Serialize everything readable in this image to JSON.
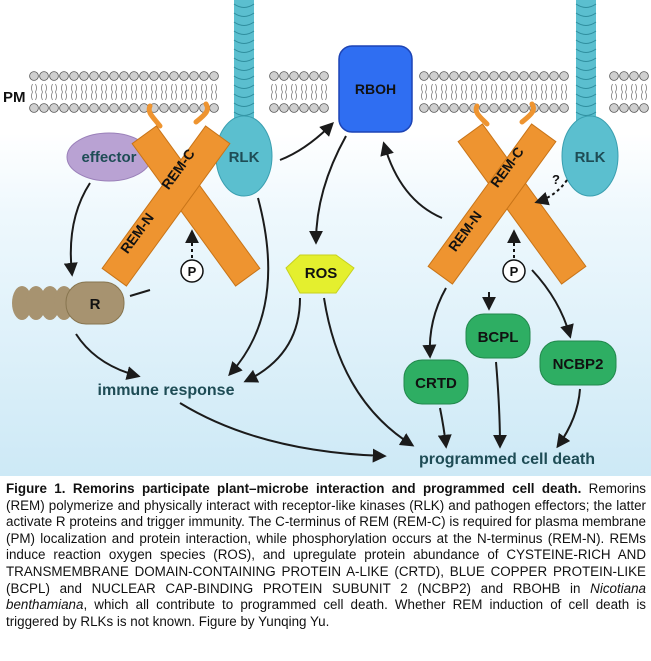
{
  "labels": {
    "pm": "PM",
    "rboh": "RBOH",
    "rlk_left": "RLK",
    "rlk_right": "RLK",
    "effector": "effector",
    "rem_c_left": "REM-C",
    "rem_n_left": "REM-N",
    "rem_c_right": "REM-C",
    "rem_n_right": "REM-N",
    "p_left": "P",
    "p_right": "P",
    "question": "?",
    "r": "R",
    "ros": "ROS",
    "bcpl": "BCPL",
    "crtd": "CRTD",
    "ncbp2": "NCBP2",
    "immune_response": "immune response",
    "cell_death": "programmed cell death"
  },
  "caption": {
    "title": "Figure 1. Remorins participate plant–microbe interaction and programmed cell death.",
    "body_1": " Remorins (REM) polymerize and physically interact with receptor-like kinases (RLK) and pathogen effectors; the latter activate R proteins and trigger immunity. The C-terminus of REM (REM-C) is required for plasma membrane (PM) localization and protein interaction, while phosphorylation occurs at the N-terminus (REM-N). REMs induce reaction oxygen species (ROS), and upregulate protein abundance of CYSTEINE-RICH AND TRANSMEMBRANE DOMAIN-CONTAINING PROTEIN A-LIKE (CRTD), BLUE COPPER PROTEIN-LIKE (BCPL) and NUCLEAR CAP-BINDING PROTEIN SUBUNIT 2 (NCBP2) and RBOHB in ",
    "species": "Nicotiana benthamiana",
    "body_2": ", which all contribute to programmed cell death. Whether REM induction of cell death is triggered by RLKs is not known. Figure by Yunqing Yu."
  },
  "colors": {
    "rem": "#EE9430",
    "rlk": "#5BBFCF",
    "rboh": "#2F6EF2",
    "effector": "#B9A2D3",
    "r_protein": "#A79370",
    "ros": "#E4EF2E",
    "output_proteins": "#2EAE63",
    "text_dark": "#1E4C55",
    "background_top": "#FFFFFF",
    "background_bottom": "#D2ECF8"
  }
}
